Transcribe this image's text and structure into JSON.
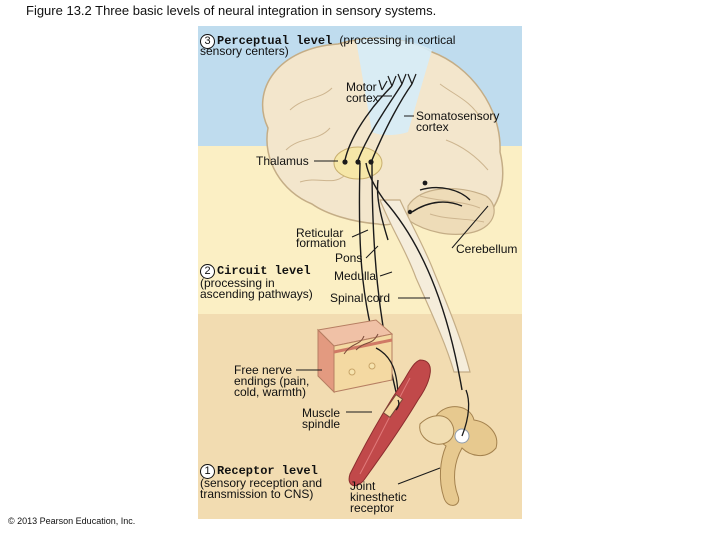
{
  "title": "Figure 13.2 Three basic levels of neural integration in sensory systems.",
  "levels": {
    "perceptual": {
      "number": "3",
      "name": "Perceptual level",
      "desc_line1": "(processing in cortical",
      "desc_line2": "sensory centers)"
    },
    "circuit": {
      "number": "2",
      "name": "Circuit level",
      "desc_line1": "(processing in",
      "desc_line2": "ascending pathways)"
    },
    "receptor": {
      "number": "1",
      "name": "Receptor level",
      "desc_line1": "(sensory reception and",
      "desc_line2": "transmission to CNS)"
    }
  },
  "labels": {
    "motor_cortex": [
      "Motor",
      "cortex"
    ],
    "somatosensory_cortex": [
      "Somatosensory",
      "cortex"
    ],
    "thalamus": "Thalamus",
    "reticular_formation": [
      "Reticular",
      "formation"
    ],
    "pons": "Pons",
    "cerebellum": "Cerebellum",
    "medulla": "Medulla",
    "spinal_cord": "Spinal cord",
    "free_nerve_endings": [
      "Free nerve",
      "endings (pain,",
      "cold, warmth)"
    ],
    "muscle_spindle": [
      "Muscle",
      "spindle"
    ],
    "joint_receptor": [
      "Joint",
      "kinesthetic",
      "receptor"
    ]
  },
  "copyright": "© 2013 Pearson Education, Inc.",
  "colors": {
    "panel_blue": "#bfdcee",
    "panel_cream": "#fbefc4",
    "panel_tan": "#f2dcb1",
    "brain_fill": "#f3e6cc",
    "brain_outline": "#c4ad86",
    "cortex_highlight": "#d6ecf8",
    "spinal_cord": "#f5eddb",
    "pathway": "#1a1a1a",
    "muscle": "#c1494a",
    "bone": "#e7c98f",
    "skin": "#e3a482"
  }
}
